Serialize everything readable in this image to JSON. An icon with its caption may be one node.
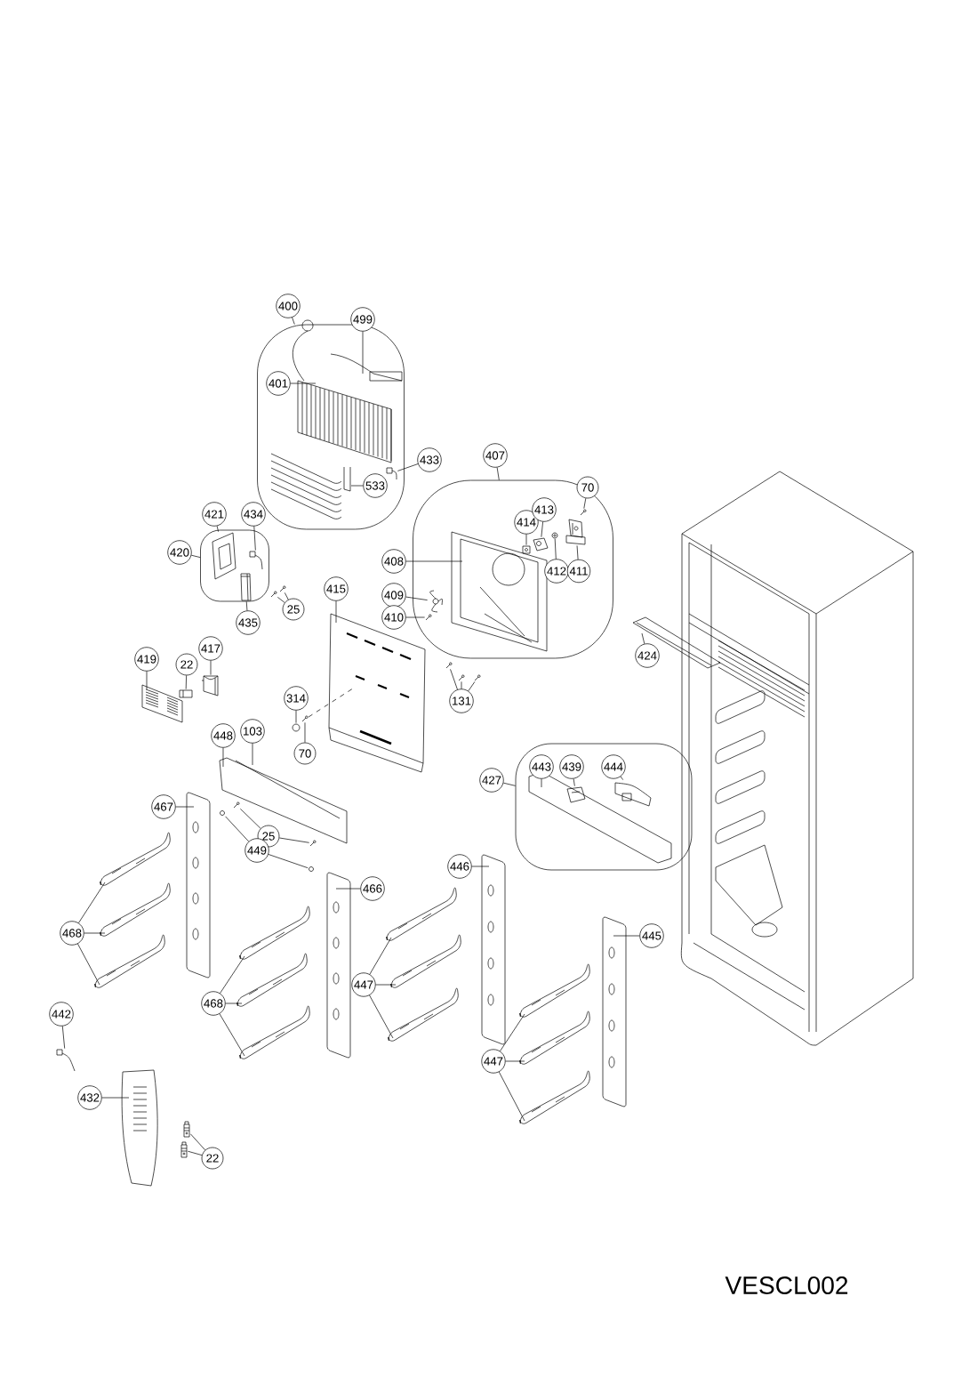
{
  "diagram": {
    "nodes": [
      {
        "text": [
          "400"
        ]
      },
      {
        "text": [],
        "shape": "box"
      },
      {
        "text": [
          "499"
        ]
      },
      {
        "text": [
          "401"
        ],
        "in": 1
      },
      {
        "text": [
          "433"
        ]
      },
      {
        "text": [
          "533"
        ],
        "in": 1
      },
      {
        "text": [
          "407"
        ]
      },
      {
        "text": [],
        "shape": "box"
      },
      {
        "text": [
          "414"
        ],
        "in": 7
      },
      {
        "text": [
          "413"
        ],
        "in": 7
      },
      {
        "text": [
          "70"
        ]
      },
      {
        "text": [
          "412"
        ],
        "in": 7
      },
      {
        "text": [
          "411"
        ],
        "in": 7
      },
      {
        "text": [
          "408"
        ]
      },
      {
        "text": [
          "409"
        ]
      },
      {
        "text": [
          "410"
        ]
      },
      {
        "text": [
          "421"
        ]
      },
      {
        "text": [
          "434"
        ]
      },
      {
        "text": [],
        "shape": "box"
      },
      {
        "text": [
          "420"
        ]
      },
      {
        "text": [
          "435"
        ]
      },
      {
        "text": [
          "25"
        ]
      },
      {
        "text": [
          "415"
        ]
      },
      {
        "text": [
          "131"
        ]
      },
      {
        "text": [
          "419"
        ]
      },
      {
        "text": [
          "22"
        ]
      },
      {
        "text": [
          "417"
        ]
      },
      {
        "text": [
          "424"
        ]
      },
      {
        "text": [
          "314"
        ]
      },
      {
        "text": [
          "70"
        ]
      },
      {
        "text": [
          "448"
        ]
      },
      {
        "text": [
          "103"
        ]
      },
      {
        "text": [
          "427"
        ]
      },
      {
        "text": [],
        "shape": "box"
      },
      {
        "text": [
          "443"
        ],
        "in": 33
      },
      {
        "text": [
          "439"
        ],
        "in": 33
      },
      {
        "text": [
          "444"
        ],
        "in": 33
      },
      {
        "text": [
          "467"
        ]
      },
      {
        "text": [
          "25"
        ]
      },
      {
        "text": [
          "449"
        ]
      },
      {
        "text": [
          "446"
        ]
      },
      {
        "text": [
          "466"
        ]
      },
      {
        "text": [
          "468"
        ]
      },
      {
        "text": [
          "445"
        ]
      },
      {
        "text": [
          "447"
        ]
      },
      {
        "text": [
          "468"
        ]
      },
      {
        "text": [
          "447"
        ]
      },
      {
        "text": [
          "442"
        ]
      },
      {
        "text": [
          "432"
        ]
      },
      {
        "text": [
          "22"
        ]
      },
      {
        "text": [],
        "shape": "picture",
        "in": 1
      },
      {
        "text": [],
        "shape": "picture",
        "in": 7
      },
      {
        "text": [],
        "shape": "picture",
        "in": 7
      },
      {
        "text": [],
        "shape": "picture",
        "in": 7
      },
      {
        "text": [],
        "shape": "picture",
        "in": 7
      },
      {
        "text": [],
        "shape": "picture",
        "in": 7
      },
      {
        "text": [],
        "shape": "picture",
        "in": 7
      },
      {
        "text": [],
        "shape": "picture",
        "in": 7
      },
      {
        "text": [],
        "shape": "picture",
        "in": 18
      },
      {
        "text": [],
        "shape": "picture",
        "in": 18
      },
      {
        "text": [],
        "shape": "picture",
        "in": 18
      },
      {
        "text": [],
        "shape": "picture"
      },
      {
        "text": [],
        "shape": "picture"
      },
      {
        "text": [],
        "shape": "picture"
      },
      {
        "text": [],
        "shape": "picture"
      },
      {
        "text": [],
        "shape": "picture"
      },
      {
        "text": [],
        "shape": "picture"
      },
      {
        "text": [],
        "shape": "picture"
      },
      {
        "text": [],
        "shape": "picture"
      },
      {
        "text": [],
        "shape": "picture"
      },
      {
        "text": [],
        "shape": "picture"
      },
      {
        "text": [],
        "shape": "picture"
      },
      {
        "text": [],
        "shape": "picture"
      },
      {
        "text": [],
        "shape": "picture"
      },
      {
        "text": [],
        "shape": "picture"
      },
      {
        "text": [],
        "shape": "picture"
      },
      {
        "text": [],
        "shape": "picture"
      },
      {
        "text": [],
        "shape": "picture",
        "in": 33
      },
      {
        "text": [],
        "shape": "picture",
        "in": 33
      }
    ],
    "edges": [
      {
        "from": 0,
        "to": 1,
        "arrow": "none"
      },
      {
        "from": 2,
        "to": null,
        "arrow": "none"
      },
      {
        "from": 3,
        "to": null,
        "arrow": "none"
      },
      {
        "from": 4,
        "to": 50,
        "arrow": "none"
      },
      {
        "from": 5,
        "to": null,
        "arrow": "none"
      },
      {
        "from": 6,
        "to": 7,
        "arrow": "none"
      },
      {
        "from": 8,
        "to": 51,
        "arrow": "none"
      },
      {
        "from": 9,
        "to": 52,
        "arrow": "none"
      },
      {
        "from": 10,
        "to": 53,
        "arrow": "none"
      },
      {
        "from": 11,
        "to": 54,
        "arrow": "none"
      },
      {
        "from": 12,
        "to": 55,
        "arrow": "none"
      },
      {
        "from": 13,
        "to": null,
        "arrow": "none"
      },
      {
        "from": 14,
        "to": 56,
        "arrow": "none"
      },
      {
        "from": 15,
        "to": 57,
        "arrow": "none"
      },
      {
        "from": 16,
        "to": 58,
        "arrow": "none"
      },
      {
        "from": 17,
        "to": 59,
        "arrow": "none"
      },
      {
        "from": 19,
        "to": 18,
        "arrow": "none"
      },
      {
        "from": 20,
        "to": 60,
        "arrow": "none"
      },
      {
        "from": 21,
        "to": 61,
        "arrow": "none"
      },
      {
        "from": 21,
        "to": 62,
        "arrow": "none"
      },
      {
        "from": 22,
        "to": null,
        "arrow": "none"
      },
      {
        "from": 23,
        "to": 63,
        "arrow": "none"
      },
      {
        "from": 23,
        "to": 64,
        "arrow": "none"
      },
      {
        "from": 23,
        "to": 65,
        "arrow": "none"
      },
      {
        "from": 24,
        "to": null,
        "arrow": "none"
      },
      {
        "from": 25,
        "to": 66,
        "arrow": "none"
      },
      {
        "from": 26,
        "to": 67,
        "arrow": "none"
      },
      {
        "from": 27,
        "to": null,
        "arrow": "none"
      },
      {
        "from": 28,
        "to": 68,
        "arrow": "none"
      },
      {
        "from": 29,
        "to": 69,
        "arrow": "none"
      },
      {
        "from": 30,
        "to": null,
        "arrow": "none"
      },
      {
        "from": 31,
        "to": null,
        "arrow": "none"
      },
      {
        "from": 32,
        "to": 33,
        "arrow": "none"
      },
      {
        "from": 34,
        "to": null,
        "arrow": "none"
      },
      {
        "from": 35,
        "to": 77,
        "arrow": "none"
      },
      {
        "from": 36,
        "to": 78,
        "arrow": "none"
      },
      {
        "from": 37,
        "to": null,
        "arrow": "none"
      },
      {
        "from": 38,
        "to": 70,
        "arrow": "none"
      },
      {
        "from": 38,
        "to": 71,
        "arrow": "none"
      },
      {
        "from": 39,
        "to": 72,
        "arrow": "none"
      },
      {
        "from": 39,
        "to": 73,
        "arrow": "none"
      },
      {
        "from": 40,
        "to": null,
        "arrow": "none"
      },
      {
        "from": 41,
        "to": null,
        "arrow": "none"
      },
      {
        "from": 42,
        "to": null,
        "arrow": "none"
      },
      {
        "from": 42,
        "to": null,
        "arrow": "none"
      },
      {
        "from": 42,
        "to": null,
        "arrow": "none"
      },
      {
        "from": 43,
        "to": null,
        "arrow": "none"
      },
      {
        "from": 44,
        "to": null,
        "arrow": "none"
      },
      {
        "from": 44,
        "to": null,
        "arrow": "none"
      },
      {
        "from": 44,
        "to": null,
        "arrow": "none"
      },
      {
        "from": 45,
        "to": null,
        "arrow": "none"
      },
      {
        "from": 45,
        "to": null,
        "arrow": "none"
      },
      {
        "from": 45,
        "to": null,
        "arrow": "none"
      },
      {
        "from": 46,
        "to": null,
        "arrow": "none"
      },
      {
        "from": 46,
        "to": null,
        "arrow": "none"
      },
      {
        "from": 46,
        "to": null,
        "arrow": "none"
      },
      {
        "from": 47,
        "to": 74,
        "arrow": "none"
      },
      {
        "from": 48,
        "to": null,
        "arrow": "none"
      },
      {
        "from": 49,
        "to": 75,
        "arrow": "none"
      },
      {
        "from": 49,
        "to": 76,
        "arrow": "none"
      }
    ],
    "labels": [
      "VESCL002"
    ]
  }
}
